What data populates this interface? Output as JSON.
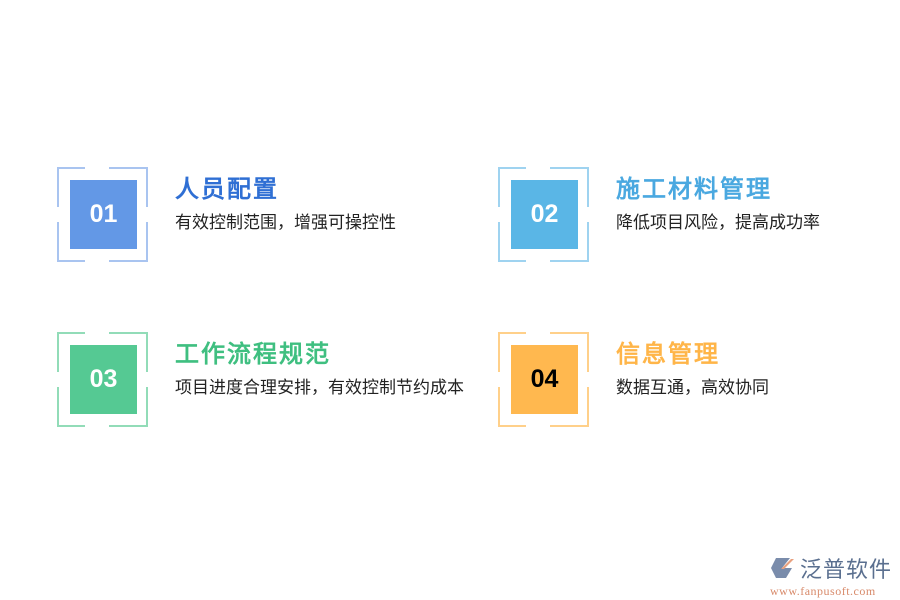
{
  "items": [
    {
      "number": "01",
      "title": "人员配置",
      "description": "有效控制范围，增强可操控性",
      "box_color": "#6398e6",
      "title_color": "#2f6fd4",
      "frame_color": "#a9c4f0",
      "number_color": "#ffffff"
    },
    {
      "number": "02",
      "title": "施工材料管理",
      "description": "降低项目风险，提高成功率",
      "box_color": "#5ab6e6",
      "title_color": "#4aa8e0",
      "frame_color": "#9fd3f0",
      "number_color": "#ffffff"
    },
    {
      "number": "03",
      "title": "工作流程规范",
      "description": "项目进度合理安排，有效控制节约成本",
      "box_color": "#55c993",
      "title_color": "#3fbf80",
      "frame_color": "#92dcb8",
      "number_color": "#ffffff"
    },
    {
      "number": "04",
      "title": "信息管理",
      "description": "数据互通，高效协同",
      "box_color": "#ffb84f",
      "title_color": "#ffb548",
      "frame_color": "#ffd08a",
      "number_color": "#000000"
    }
  ],
  "logo": {
    "name": "泛普软件",
    "url": "www.fanpusoft.com",
    "icon": "fanpu-logo-icon"
  }
}
